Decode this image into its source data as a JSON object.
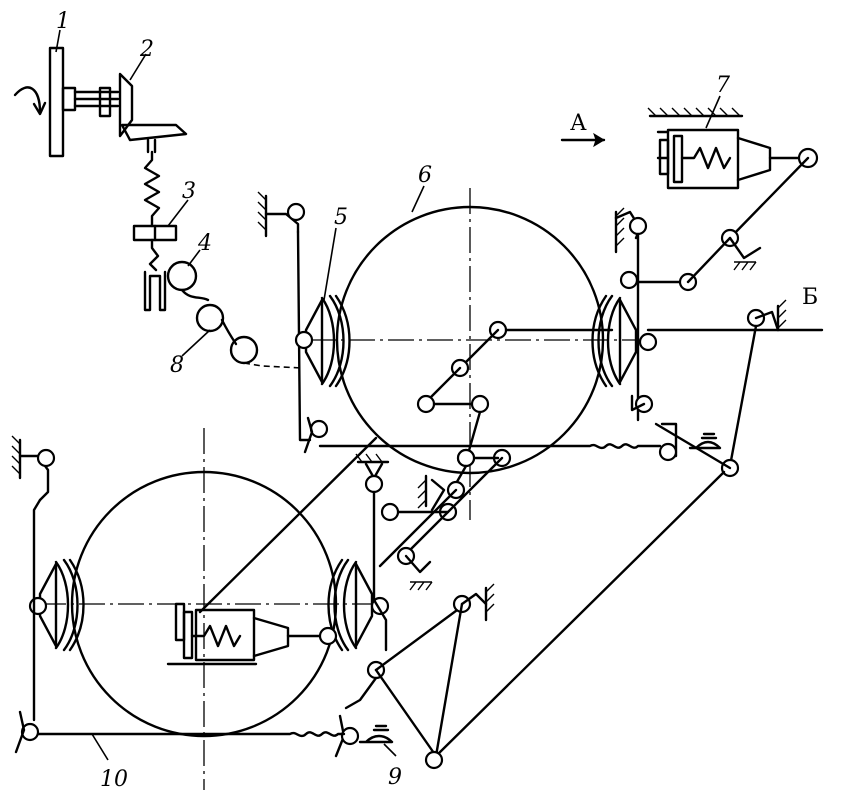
{
  "labels": {
    "l1": "1",
    "l2": "2",
    "l3": "3",
    "l4": "4",
    "l5": "5",
    "l6": "6",
    "l7": "7",
    "l8": "8",
    "l9": "9",
    "l10": "10",
    "view_a": "А",
    "view_b": "Б"
  }
}
